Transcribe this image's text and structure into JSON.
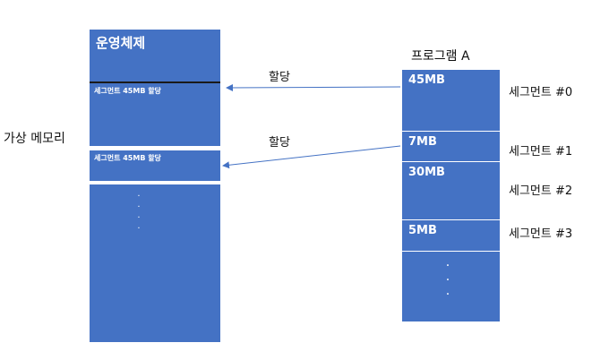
{
  "virtual_memory": {
    "label": "가상 메모리",
    "os_label": "운영체제",
    "segment_1": "세그먼트 45MB 할당",
    "segment_2": "세그먼트 45MB 할당",
    "dots": "·\n·\n·\n·"
  },
  "program": {
    "label": "프로그램 A",
    "sizes": [
      "45MB",
      "7MB",
      "30MB",
      "5MB"
    ],
    "dots": "·\n·\n·"
  },
  "segment_labels": [
    "세그먼트 #0",
    "세그먼트 #1",
    "세그먼트 #2",
    "세그먼트 #3"
  ],
  "arrows": {
    "top_label": "할당",
    "bottom_label": "할당"
  },
  "colors": {
    "block": "#4472C4",
    "arrow": "#4472C4"
  }
}
